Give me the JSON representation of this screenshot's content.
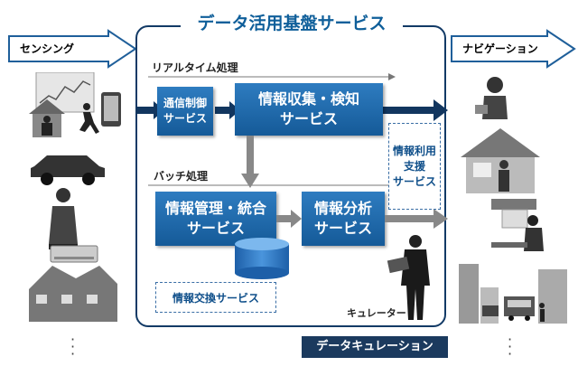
{
  "title": "データ活用基盤サービス",
  "left_arrow_label": "センシング",
  "right_arrow_label": "ナビゲーション",
  "realtime_label": "リアルタイム処理",
  "batch_label": "バッチ処理",
  "boxes": {
    "comm_control": "通信制御\nサービス",
    "collect_detect": "情報収集・検知\nサービス",
    "manage_integrate": "情報管理・統合\nサービス",
    "analysis": "情報分析\nサービス",
    "exchange": "情報交換サービス",
    "support": "情報利用\n支援\nサービス"
  },
  "curator_label": "キュレーター",
  "curation_label": "データキュレーション",
  "colors": {
    "frame": "#123a66",
    "title": "#0f5f9a",
    "box": "#1f6aad",
    "arrow_dark": "#12365f",
    "arrow_gray": "#888888",
    "curation_bg": "#1b3a5e"
  }
}
